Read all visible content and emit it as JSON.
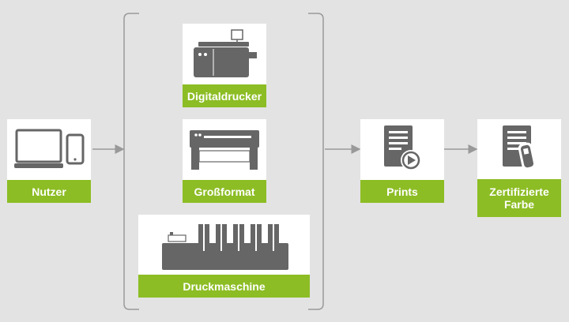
{
  "nodes": {
    "nutzer": {
      "label": "Nutzer",
      "icon": "computer-phone-icon"
    },
    "digitaldrucker": {
      "label": "Digitaldrucker",
      "icon": "digital-printer-icon"
    },
    "grossformat": {
      "label": "Großformat",
      "icon": "large-format-printer-icon"
    },
    "druckmaschine": {
      "label": "Druckmaschine",
      "icon": "printing-press-icon"
    },
    "prints": {
      "label": "Prints",
      "icon": "document-play-icon"
    },
    "farbe": {
      "label": "Zertifizierte\nFarbe",
      "icon": "document-measure-icon"
    }
  },
  "colors": {
    "background": "#e3e3e3",
    "label_green": "#8cbd24",
    "icon_gray": "#666666",
    "line_gray": "#999999"
  }
}
